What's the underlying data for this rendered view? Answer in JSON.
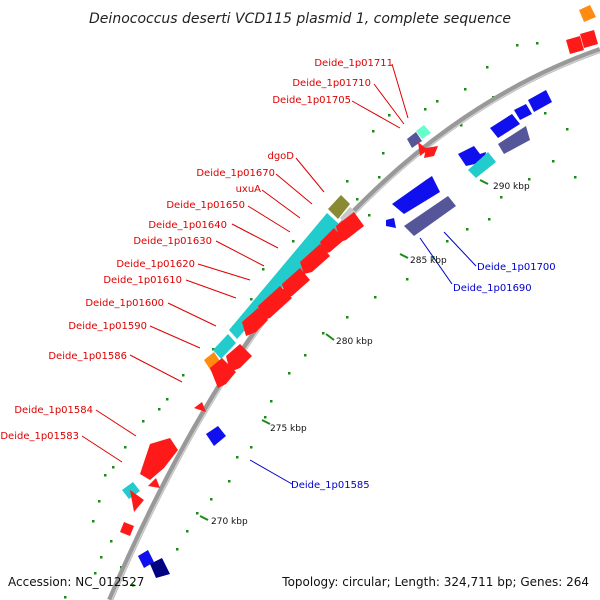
{
  "title": "Deinococcus deserti VCD115 plasmid 1, complete sequence",
  "footer": {
    "accession": "Accession: NC_012527",
    "topology": "Topology: circular; Length: 324,711 bp; Genes: 264"
  },
  "colors": {
    "backbone": "#8f8f8f",
    "red_label": "#dd0000",
    "blue_label": "#0000cc",
    "reverse_cds": "#ff1a1a",
    "forward_cds": "#1010ee",
    "cyan_track": "#22cccc",
    "purple_track": "#55559a",
    "olive_track": "#8a8a35",
    "orange_track": "#ff8c10",
    "dots": "#1a8a1a"
  },
  "ticks": [
    {
      "label": "270 kbp"
    },
    {
      "label": "275 kbp"
    },
    {
      "label": "280 kbp"
    },
    {
      "label": "285 kbp"
    },
    {
      "label": "290 kbp"
    }
  ],
  "labels_red": [
    {
      "text": "Deide_1p01711"
    },
    {
      "text": "Deide_1p01710"
    },
    {
      "text": "Deide_1p01705"
    },
    {
      "text": "dgoD"
    },
    {
      "text": "Deide_1p01670"
    },
    {
      "text": "uxuA"
    },
    {
      "text": "Deide_1p01650"
    },
    {
      "text": "Deide_1p01640"
    },
    {
      "text": "Deide_1p01630"
    },
    {
      "text": "Deide_1p01620"
    },
    {
      "text": "Deide_1p01610"
    },
    {
      "text": "Deide_1p01600"
    },
    {
      "text": "Deide_1p01590"
    },
    {
      "text": "Deide_1p01586"
    },
    {
      "text": "Deide_1p01584"
    },
    {
      "text": "Deide_1p01583"
    }
  ],
  "labels_blue": [
    {
      "text": "Deide_1p01700"
    },
    {
      "text": "Deide_1p01690"
    },
    {
      "text": "Deide_1p01585"
    }
  ]
}
